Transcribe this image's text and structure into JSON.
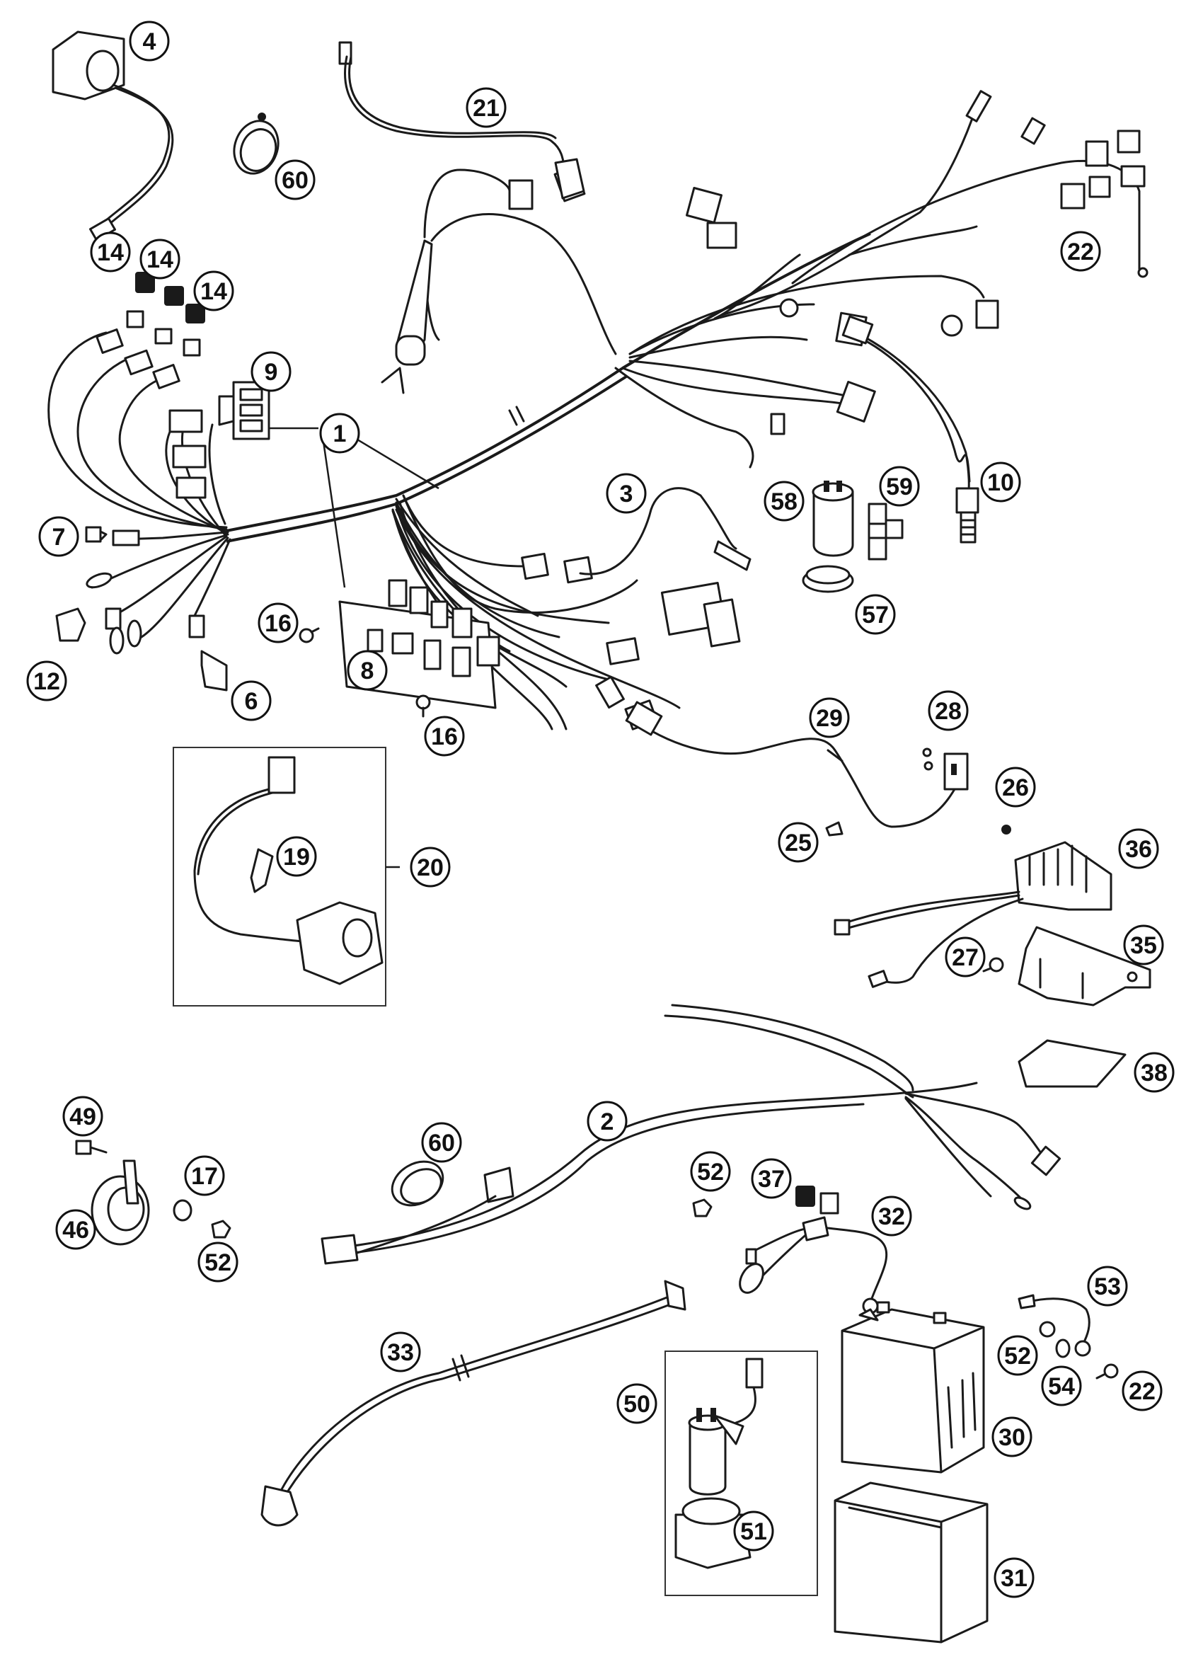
{
  "callouts": [
    {
      "id": "c4",
      "label": "4"
    },
    {
      "id": "c60a",
      "label": "60"
    },
    {
      "id": "c21",
      "label": "21"
    },
    {
      "id": "c14a",
      "label": "14"
    },
    {
      "id": "c14b",
      "label": "14"
    },
    {
      "id": "c14c",
      "label": "14"
    },
    {
      "id": "c22a",
      "label": "22"
    },
    {
      "id": "c9",
      "label": "9"
    },
    {
      "id": "c1",
      "label": "1"
    },
    {
      "id": "c10",
      "label": "10"
    },
    {
      "id": "c3",
      "label": "3"
    },
    {
      "id": "c58",
      "label": "58"
    },
    {
      "id": "c59",
      "label": "59"
    },
    {
      "id": "c7",
      "label": "7"
    },
    {
      "id": "c57",
      "label": "57"
    },
    {
      "id": "c16a",
      "label": "16"
    },
    {
      "id": "c12",
      "label": "12"
    },
    {
      "id": "c6",
      "label": "6"
    },
    {
      "id": "c8",
      "label": "8"
    },
    {
      "id": "c16b",
      "label": "16"
    },
    {
      "id": "c28",
      "label": "28"
    },
    {
      "id": "c29",
      "label": "29"
    },
    {
      "id": "c19",
      "label": "19"
    },
    {
      "id": "c20",
      "label": "20"
    },
    {
      "id": "c26",
      "label": "26"
    },
    {
      "id": "c25",
      "label": "25"
    },
    {
      "id": "c36",
      "label": "36"
    },
    {
      "id": "c35",
      "label": "35"
    },
    {
      "id": "c27",
      "label": "27"
    },
    {
      "id": "c38",
      "label": "38"
    },
    {
      "id": "c2",
      "label": "2"
    },
    {
      "id": "c49",
      "label": "49"
    },
    {
      "id": "c60b",
      "label": "60"
    },
    {
      "id": "c17",
      "label": "17"
    },
    {
      "id": "c37",
      "label": "37"
    },
    {
      "id": "c32",
      "label": "32"
    },
    {
      "id": "c46",
      "label": "46"
    },
    {
      "id": "c52a",
      "label": "52"
    },
    {
      "id": "c52b",
      "label": "52"
    },
    {
      "id": "c53",
      "label": "53"
    },
    {
      "id": "c33",
      "label": "33"
    },
    {
      "id": "c52c",
      "label": "52"
    },
    {
      "id": "c54",
      "label": "54"
    },
    {
      "id": "c22b",
      "label": "22"
    },
    {
      "id": "c50",
      "label": "50"
    },
    {
      "id": "c30",
      "label": "30"
    },
    {
      "id": "c51",
      "label": "51"
    },
    {
      "id": "c31",
      "label": "31"
    }
  ]
}
